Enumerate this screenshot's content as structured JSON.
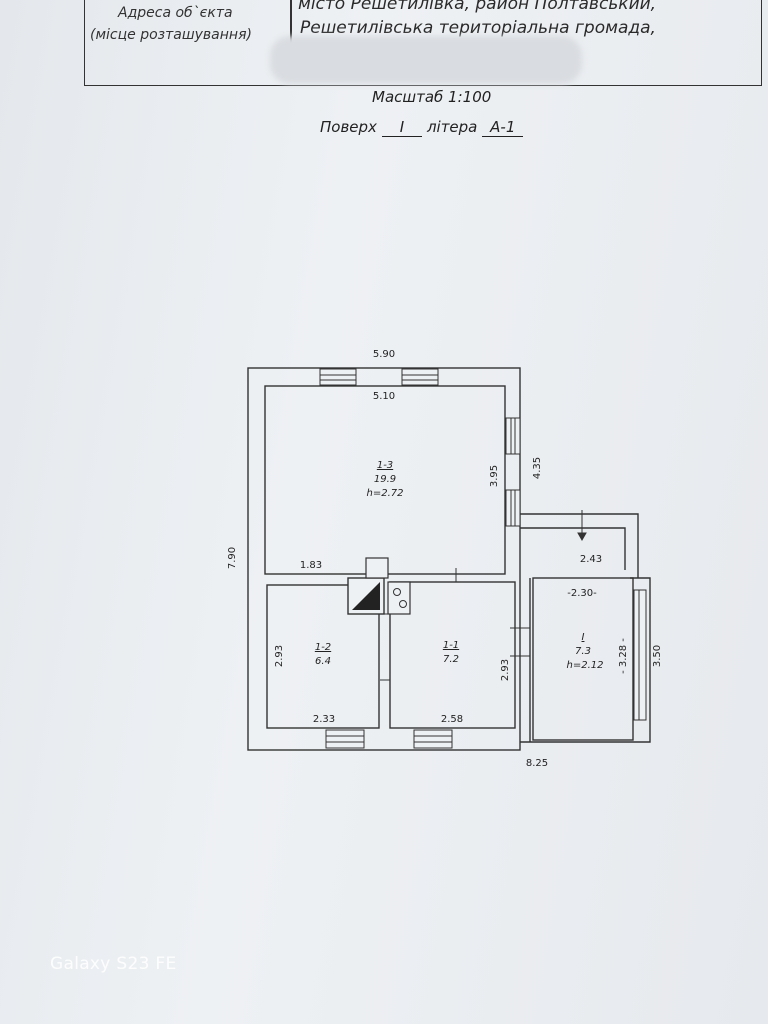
{
  "header": {
    "address_label_line1": "Адреса об`єкта",
    "address_label_line2": "(місце розташування)",
    "address_line1": "місто Решетилівка, район Полтавський,",
    "address_line2": "Решетилівська територіальна громада,"
  },
  "scale": "Масштаб 1:100",
  "floor_label": "Поверх",
  "floor_value": "I",
  "litera_label": "літера",
  "litera_value": "А-1",
  "plan": {
    "overall_width": "5.90",
    "overall_length": "8.25",
    "overall_height": "7.90",
    "rooms": [
      {
        "id": "1-3",
        "area": "19.9",
        "height": "h=2.72",
        "width": "5.10",
        "depth": "3.95",
        "partial": "1.83"
      },
      {
        "id": "1-2",
        "area": "6.4",
        "width": "2.33",
        "depth": "2.93"
      },
      {
        "id": "1-1",
        "area": "7.2",
        "width": "2.58",
        "depth": "2.93"
      },
      {
        "id": "I",
        "area": "7.3",
        "height": "h=2.12",
        "width": "2.30",
        "depth": "3.28",
        "outer_depth": "3.50"
      }
    ],
    "porch_width": "2.43",
    "side_height": "4.35"
  },
  "watermark": "Galaxy S23 FE"
}
